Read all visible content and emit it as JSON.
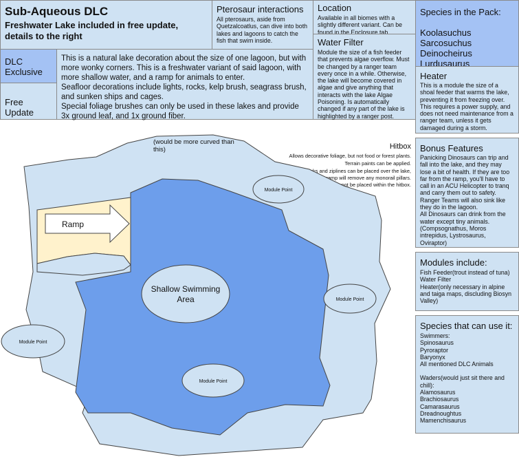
{
  "header": {
    "title": "Sub-Aqueous DLC",
    "subtitle": "Freshwater Lake included in free update, details to the right"
  },
  "pterosaur": {
    "title": "Pterosaur interactions",
    "text": "All pterosaurs, aside from Quetzalcoatlus, can dive into both lakes and lagoons to catch the fish that swim inside."
  },
  "location": {
    "title": "Location",
    "text": "Available in all biomes with a slightly different variant. Can be found in the Enclosure tab."
  },
  "water_filter": {
    "title": "Water Filter",
    "text": "Module the size of a fish feeder that prevents algae overflow. Must be changed by a ranger team every once in a while. Otherwise, the lake will become covered in algae and give anything that interacts with the lake Algae Poisoning. Is automatically changed if any part of the lake is highlighted by a ranger post."
  },
  "species_pack": {
    "title": "Species in the Pack:",
    "items": [
      "Koolasuchus",
      "Sarcosuchus",
      "Deinocheirus",
      "Lurdusaurus"
    ]
  },
  "dlc_exclusive": {
    "label": "DLC Exclusive"
  },
  "free_update": {
    "label": "Free Update"
  },
  "description": {
    "text1": "This is a natural lake decoration about the size of one lagoon, but with more wonky corners. This is a freshwater variant of said lagoon, with more shallow water, and a ramp for animals to enter.",
    "text2": "Seafloor decorations include lights, rocks, kelp brush, seagrass brush, and sunken ships and cages.",
    "text3": "Special foliage brushes can only be used in these lakes and provide 3x ground leaf, and 1x ground fiber."
  },
  "heater": {
    "title": "Heater",
    "text": "This is a module the size of a shoal feeder that warms the lake, preventing it from freezing over. This requires a power supply, and does not need maintenance from a ranger team, unless it gets damaged during a storm."
  },
  "bonus": {
    "title": "Bonus Features",
    "text1": "Panicking Dinosaurs can trip and fall into the lake, and they may lose a bit of health. If they are too far from the ramp, you'll have to call in an ACU Helicopter to tranq and carry them out to safety. Ranger Teams will also sink like they do in the lagoon.",
    "text2": "All Dinosaurs can drink from the water except tiny animals. (Compsognathus, Moros intrepidus, Lystrosaurus, Oviraptor)"
  },
  "modules": {
    "title": "Modules include:",
    "items": [
      "Fish Feeder(trout instead of tuna)",
      "Water Filter",
      "Heater(only necessary in alpine and taiga maps, discluding Biosyn Valley)"
    ]
  },
  "species_use": {
    "title": "Species that can use it:",
    "swimmers_label": "Swimmers:",
    "swimmers": [
      "Spinosaurus",
      "Pyroraptor",
      "Baryonyx",
      "All mentioned DLC Animals"
    ],
    "waders_label": "Waders(would just sit there and chill):",
    "waders": [
      "Alamosaurus",
      "Brachiosaurus",
      "Camarasaurus",
      "Dreadnoughtus",
      "Mamenchisaurus"
    ]
  },
  "diagram": {
    "hitbox_title": "Hitbox",
    "hitbox_lines": [
      "Allows decorative foliage, but not food or forest plants.",
      "Terrain paints can be applied.",
      "Monorail tracks and ziplines can be placed over the lake,",
      "but the ramp will remove any monorail pillars.",
      "Tour tracks cannot be placed within the hitbox."
    ],
    "curve_note": [
      "(would be more curved than",
      "this)"
    ],
    "ramp_label": "Ramp",
    "shallow_label": [
      "Shallow Swimming",
      "Area"
    ],
    "module_point_label": "Module Point",
    "colors": {
      "outer": "#cfe2f3",
      "deep": "#6d9eeb",
      "ramp": "#fff2cc",
      "stroke": "#444444"
    }
  }
}
